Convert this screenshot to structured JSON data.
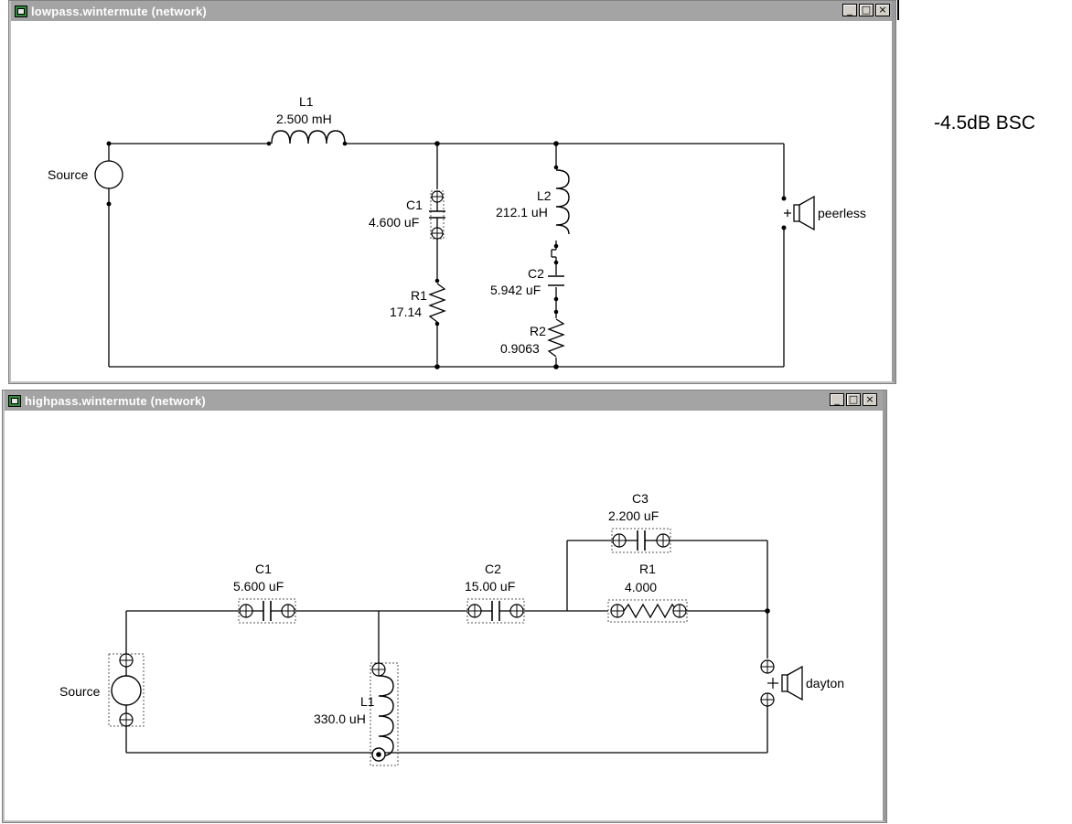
{
  "annotation": "-4.5dB BSC",
  "lowpass_window": {
    "title": "lowpass.wintermute (network)",
    "buttons": {
      "minimize": "_",
      "maximize": "□",
      "close": "×"
    },
    "components": {
      "source": "Source",
      "l1_name": "L1",
      "l1_value": "2.500 mH",
      "c1_name": "C1",
      "c1_value": "4.600 uF",
      "r1_name": "R1",
      "r1_value": "17.14",
      "l2_name": "L2",
      "l2_value": "212.1 uH",
      "c2_name": "C2",
      "c2_value": "5.942 uF",
      "r2_name": "R2",
      "r2_value": "0.9063",
      "driver": "peerless"
    }
  },
  "highpass_window": {
    "title": "highpass.wintermute (network)",
    "buttons": {
      "minimize": "_",
      "maximize": "□",
      "close": "×"
    },
    "components": {
      "source": "Source",
      "c1_name": "C1",
      "c1_value": "5.600 uF",
      "c2_name": "C2",
      "c2_value": "15.00 uF",
      "c3_name": "C3",
      "c3_value": "2.200 uF",
      "r1_name": "R1",
      "r1_value": "4.000",
      "l1_name": "L1",
      "l1_value": "330.0 uH",
      "driver": "dayton"
    }
  }
}
